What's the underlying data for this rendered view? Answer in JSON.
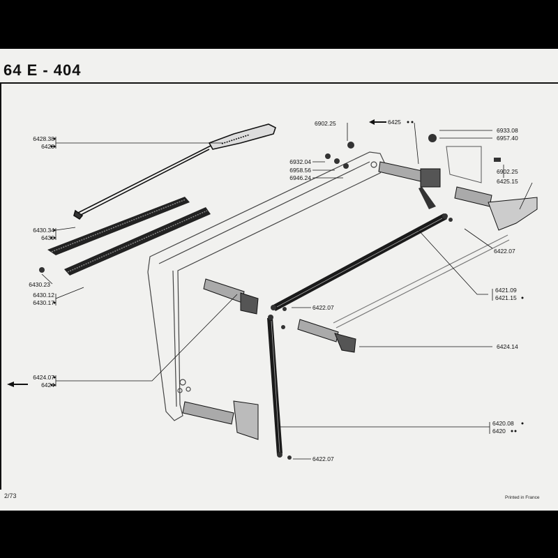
{
  "header": {
    "title": "64 E - 404"
  },
  "footer": {
    "page_number": "2/73",
    "printed": "Printed in France"
  },
  "part_labels": {
    "p6428_38": "6428.38",
    "p6428": "6428",
    "p6430_34": "6430.34",
    "p6430": "6430",
    "p6430_23": "6430.23",
    "p6430_12": "6430.12",
    "p6430_17": "6430.17",
    "p6424_07": "6424.07",
    "p6424": "6424",
    "p6902_25_a": "6902.25",
    "p6425": "6425",
    "p6933_08": "6933.08",
    "p6957_40": "6957.40",
    "p6932_04": "6932.04",
    "p6958_56": "6958.56",
    "p6946_24": "6946.24",
    "p6902_25_b": "6902.25",
    "p6425_15": "6425.15",
    "p6422_07_a": "6422.07",
    "p6421_09": "6421.09",
    "p6421_15": "6421.15",
    "p6422_07_b": "6422.07",
    "p6424_14": "6424.14",
    "p6420_08": "6420.08",
    "p6420": "6420",
    "p6422_07_c": "6422.07"
  }
}
